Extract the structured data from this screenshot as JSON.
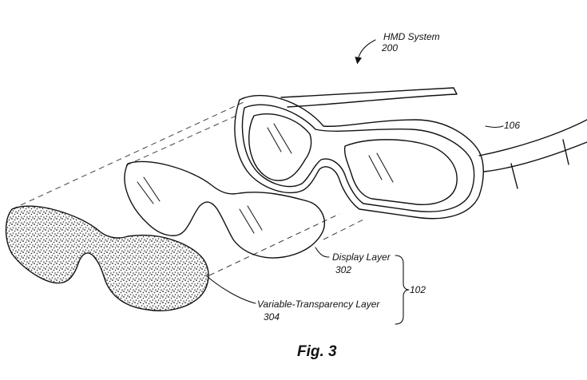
{
  "figure": {
    "caption": "Fig. 3",
    "labels": {
      "hmd_system_name": "HMD System",
      "hmd_system_ref": "200",
      "frame_ref": "106",
      "display_layer_name": "Display Layer",
      "display_layer_ref": "302",
      "variable_layer_name": "Variable-Transparency Layer",
      "variable_layer_ref": "304",
      "layer_group_ref": "102"
    }
  }
}
